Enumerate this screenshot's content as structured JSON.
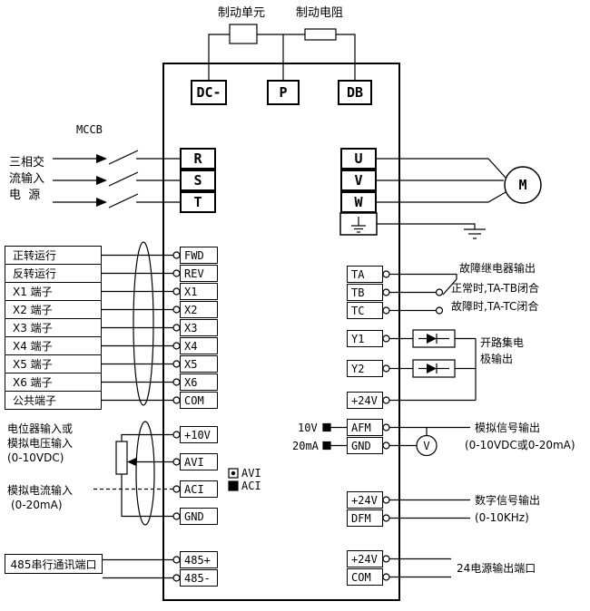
{
  "colors": {
    "line": "#000000",
    "background": "#ffffff"
  },
  "brake_circuit": {
    "unit_label": "制动单元",
    "resistor_label": "制动电阻"
  },
  "dc_terminals": {
    "dc_minus": "DC-",
    "p": "P",
    "db": "DB"
  },
  "power_input": {
    "breaker_label": "MCCB",
    "source_label_lines": [
      "三相交",
      "流输入",
      "电  源"
    ],
    "terminals": [
      "R",
      "S",
      "T"
    ]
  },
  "motor_output": {
    "terminals": [
      "U",
      "V",
      "W"
    ],
    "motor_label": "M"
  },
  "digital_inputs": {
    "rows": [
      {
        "label": "正转运行",
        "terminal": "FWD"
      },
      {
        "label": "反转运行",
        "terminal": "REV"
      },
      {
        "label": "X1 端子",
        "terminal": "X1"
      },
      {
        "label": "X2 端子",
        "terminal": "X2"
      },
      {
        "label": "X3 端子",
        "terminal": "X3"
      },
      {
        "label": "X4 端子",
        "terminal": "X4"
      },
      {
        "label": "X5 端子",
        "terminal": "X5"
      },
      {
        "label": "X6 端子",
        "terminal": "X6"
      },
      {
        "label": "公共端子",
        "terminal": "COM"
      }
    ]
  },
  "analog_inputs": {
    "voltage_label_lines": [
      "电位器输入或",
      "模拟电压输入",
      "(0-10VDC)"
    ],
    "current_label_lines": [
      "模拟电流输入",
      "(0-20mA)"
    ],
    "terminals": [
      "+10V",
      "AVI",
      "ACI",
      "GND"
    ],
    "jumper": {
      "top": "AVI",
      "bottom": "ACI"
    }
  },
  "serial_comm": {
    "label": "485串行通讯端口",
    "terminals": [
      "485+",
      "485-"
    ]
  },
  "relay_output": {
    "terminals": [
      "TA",
      "TB",
      "TC"
    ],
    "title": "故障继电器输出",
    "normal_note": "正常时,TA-TB闭合",
    "fault_note": "故障时,TA-TC闭合"
  },
  "open_collector_output": {
    "terminals": [
      "Y1",
      "Y2",
      "+24V"
    ],
    "label_lines": [
      "开路集电",
      "极输出"
    ]
  },
  "analog_output": {
    "jumper_labels": [
      "10V",
      "20mA"
    ],
    "terminals": [
      "AFM",
      "GND"
    ],
    "meter_label": "V",
    "label_lines": [
      "模拟信号输出",
      "(0-10VDC或0-20mA)"
    ]
  },
  "digital_output": {
    "terminals": [
      "+24V",
      "DFM"
    ],
    "label_lines": [
      "数字信号输出",
      "(0-10KHz)"
    ]
  },
  "power_output": {
    "terminals": [
      "+24V",
      "COM"
    ],
    "label": "24电源输出端口"
  }
}
